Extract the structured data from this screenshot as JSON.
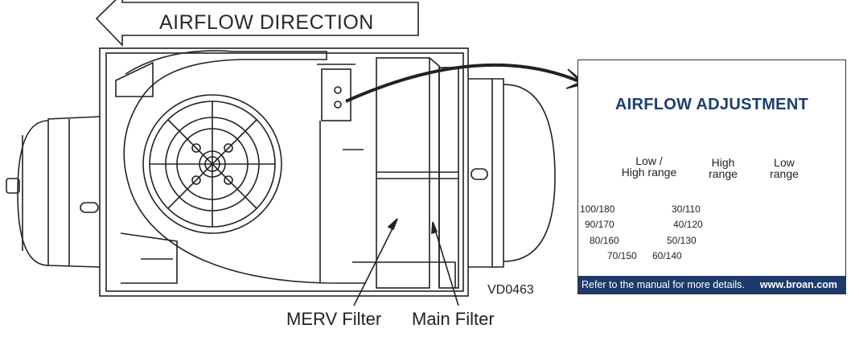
{
  "title": "AIRFLOW DIRECTION",
  "drawing_code": "VD0463",
  "labels": {
    "merv": "MERV Filter",
    "main": "Main Filter"
  },
  "card": {
    "title": "AIRFLOW ADJUSTMENT",
    "low_high_range": [
      "Low /",
      "High range"
    ],
    "high_range": [
      "High",
      "range"
    ],
    "low_range": [
      "Low",
      "range"
    ],
    "dial_left": [
      "100/180",
      "90/170",
      "80/160",
      "70/150"
    ],
    "dial_right": [
      "30/110",
      "40/120",
      "50/130",
      "60/140"
    ],
    "footer_note": "Refer to the manual for more details.",
    "footer_url": "www.broan.com"
  },
  "colors": {
    "card_title": "#1d3e6e",
    "footer_bg": "#1d3a6b",
    "line": "#222222"
  }
}
